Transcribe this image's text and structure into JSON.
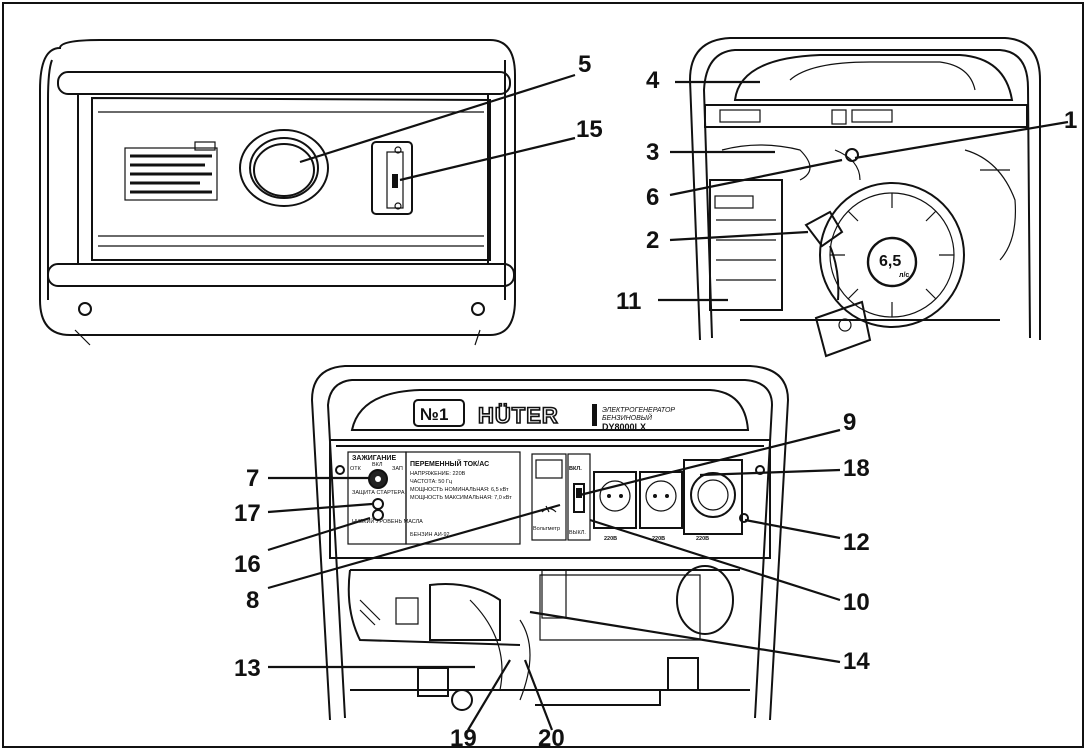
{
  "front_panel": {
    "brand_badge": "№1",
    "brand": "HÜTER",
    "product_type_line1": "ЭЛЕКТРОГЕНЕРАТОР",
    "product_type_line2": "БЕНЗИНОВЫЙ",
    "model": "DY8000LX",
    "ignition_title": "ЗАЖИГАНИЕ",
    "ignition_positions": [
      "ОТК",
      "ВКЛ",
      "ЗАП"
    ],
    "starter_protection": "ЗАЩИТА СТАРТЕРА",
    "oil_warning": "НИЗКИЙ УРОВЕНЬ МАСЛА",
    "spec_title": "ПЕРЕМЕННЫЙ ТОК/АС",
    "spec_lines": [
      "НАПРЯЖЕНИЕ: 220В",
      "ЧАСТОТА: 50 Гц",
      "МОЩНОСТЬ НОМИНАЛЬНАЯ: 6,5 кВт",
      "МОЩНОСТЬ МАКСИМАЛЬНАЯ: 7,0 кВт"
    ],
    "fuel_label": "БЕНЗИН АИ-92",
    "voltmeter_label": "Вольтметр",
    "breaker_on": "ВКЛ.",
    "breaker_off": "ВЫКЛ.",
    "socket_voltage": [
      "220В",
      "220В",
      "220В"
    ]
  },
  "engine_view": {
    "power_badge": "6,5",
    "power_unit": "л/с"
  },
  "callouts": [
    {
      "id": "c1",
      "label": "1"
    },
    {
      "id": "c2",
      "label": "2"
    },
    {
      "id": "c3",
      "label": "3"
    },
    {
      "id": "c4",
      "label": "4"
    },
    {
      "id": "c5",
      "label": "5"
    },
    {
      "id": "c6",
      "label": "6"
    },
    {
      "id": "c7",
      "label": "7"
    },
    {
      "id": "c8",
      "label": "8"
    },
    {
      "id": "c9",
      "label": "9"
    },
    {
      "id": "c10",
      "label": "10"
    },
    {
      "id": "c11",
      "label": "11"
    },
    {
      "id": "c12",
      "label": "12"
    },
    {
      "id": "c13",
      "label": "13"
    },
    {
      "id": "c14",
      "label": "14"
    },
    {
      "id": "c15",
      "label": "15"
    },
    {
      "id": "c16",
      "label": "16"
    },
    {
      "id": "c17",
      "label": "17"
    },
    {
      "id": "c18",
      "label": "18"
    },
    {
      "id": "c19",
      "label": "19"
    },
    {
      "id": "c20",
      "label": "20"
    }
  ]
}
